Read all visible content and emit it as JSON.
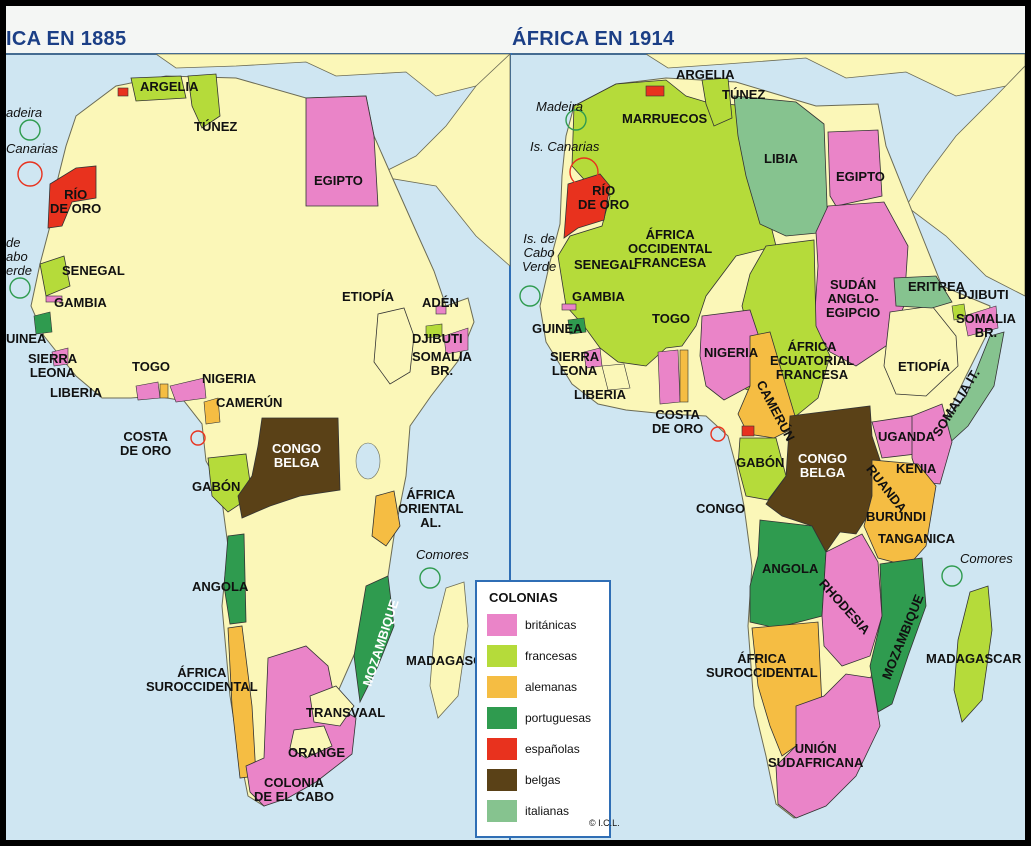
{
  "titles": {
    "left": "ICA EN 1885",
    "right": "ÁFRICA EN 1914"
  },
  "colors": {
    "britanicas": "#ea84c8",
    "francesas": "#b5db3a",
    "alemanas": "#f5bd43",
    "portuguesas": "#2f9b4f",
    "espanolas": "#e8321e",
    "belgas": "#5a4117",
    "italianas": "#86c38f",
    "unclaimed": "#fbf7b8",
    "sea": "#cfe6f2",
    "frame": "#2f6eb5"
  },
  "legend": {
    "title": "COLONIAS",
    "items": [
      {
        "label": "británicas",
        "color": "#ea84c8"
      },
      {
        "label": "francesas",
        "color": "#b5db3a"
      },
      {
        "label": "alemanas",
        "color": "#f5bd43"
      },
      {
        "label": "portuguesas",
        "color": "#2f9b4f"
      },
      {
        "label": "españolas",
        "color": "#e8321e"
      },
      {
        "label": "belgas",
        "color": "#5a4117"
      },
      {
        "label": "italianas",
        "color": "#86c38f"
      }
    ],
    "copyright": "© I.C.L."
  },
  "map1885": {
    "madeira": "adeira",
    "canarias": "Canarias",
    "cabo_verde": "de\nabo\nerde",
    "argelia": "ARGELIA",
    "tunez": "TÚNEZ",
    "egipto": "EGIPTO",
    "rio_de_oro": "RÍO\nDE ORO",
    "senegal": "SENEGAL",
    "gambia": "GAMBIA",
    "guinea": "UINEA",
    "sierra_leona": "SIERRA\nLEONA",
    "liberia": "LIBERIA",
    "togo": "TOGO",
    "costa_de_oro": "COSTA\nDE ORO",
    "nigeria": "NIGERIA",
    "camerun": "CAMERÚN",
    "etiopia": "ETIOPÍA",
    "aden": "ADÉN",
    "djibuti": "DJIBUTI",
    "somalia": "SOMALIA\nBR.",
    "congo_belga": "CONGO\nBELGA",
    "gabon": "GABÓN",
    "africa_oriental": "ÁFRICA\nORIENTAL\nAL.",
    "comores": "Comores",
    "angola": "ANGOLA",
    "mozambique": "MOZAMBIQUE",
    "madagascar": "MADAGASCAR",
    "africa_suroccidental": "ÁFRICA\nSUROCCIDENTAL",
    "transvaal": "TRANSVAAL",
    "orange": "ORANGE",
    "colonia_del_cabo": "COLONIA\nDE EL CABO"
  },
  "map1914": {
    "madeira": "Madeira",
    "canarias": "Is. Canarias",
    "cabo_verde": "Is. de\nCabo\nVerde",
    "argelia": "ARGELIA",
    "tunez": "TÚNEZ",
    "marruecos": "MARRUECOS",
    "libia": "LIBIA",
    "egipto": "EGIPTO",
    "rio_de_oro": "RÍO\nDE ORO",
    "aof": "ÁFRICA\nOCCIDENTAL\nFRANCESA",
    "senegal": "SENEGAL",
    "gambia": "GAMBIA",
    "guinea": "GUINEA",
    "sierra_leona": "SIERRA\nLEONA",
    "liberia": "LIBERIA",
    "togo": "TOGO",
    "costa_de_oro": "COSTA\nDE ORO",
    "nigeria": "NIGERIA",
    "camerun": "CAMERÚN",
    "aef": "ÁFRICA\nECUATORIAL\nFRANCESA",
    "sudan": "SUDÁN\nANGLO-\nEGIPCIO",
    "eritrea": "ERITREA",
    "djibuti": "DJIBUTI",
    "somalia_br": "SOMALIA\nBR.",
    "etiopia": "ETIOPÍA",
    "somalia_it": "SOMALIA IT.",
    "uganda": "UGANDA",
    "kenia": "KENIA",
    "congo_belga": "CONGO\nBELGA",
    "gabon": "GABÓN",
    "congo": "CONGO",
    "ruanda": "RUANDA",
    "burundi": "BURUNDI",
    "tanganica": "TANGANICA",
    "comores": "Comores",
    "angola": "ANGOLA",
    "rhodesia": "RHODESIA",
    "mozambique": "MOZAMBIQUE",
    "madagascar": "MADAGASCAR",
    "africa_suroccidental": "ÁFRICA\nSUROCCIDENTAL",
    "union_sudafricana": "UNIÓN\nSUDAFRICANA"
  }
}
